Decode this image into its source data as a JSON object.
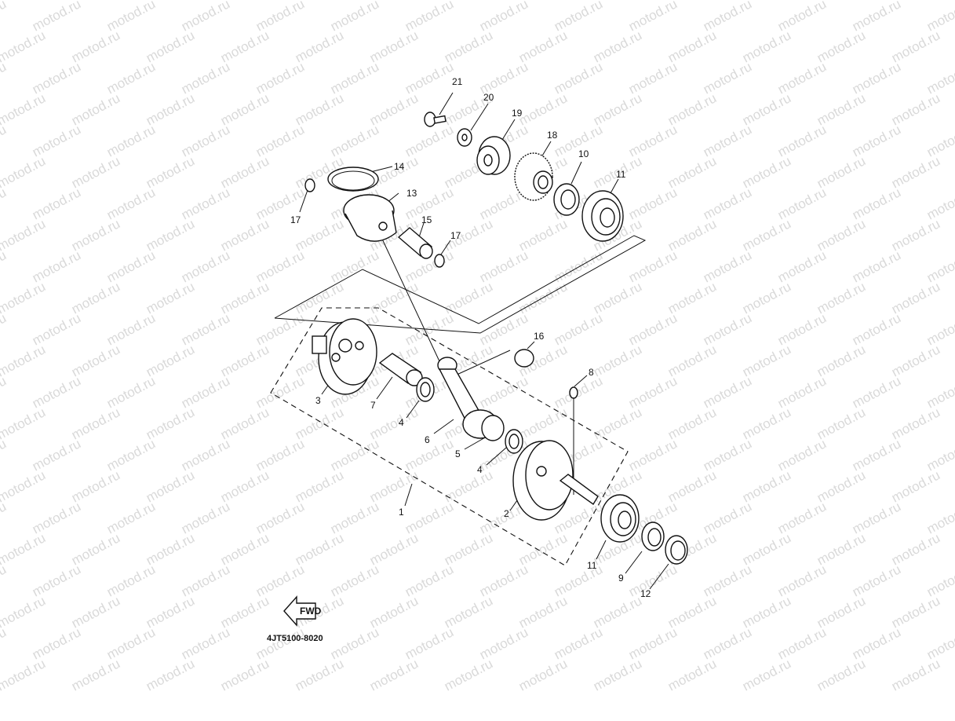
{
  "watermark": "motod.ru",
  "diagram_code": "4JT5100-8020",
  "fwd_label": "FWD",
  "callouts": [
    "1",
    "2",
    "3",
    "4",
    "4",
    "5",
    "6",
    "7",
    "8",
    "9",
    "10",
    "11",
    "11",
    "12",
    "13",
    "14",
    "15",
    "16",
    "17",
    "17",
    "18",
    "19",
    "20",
    "21"
  ]
}
